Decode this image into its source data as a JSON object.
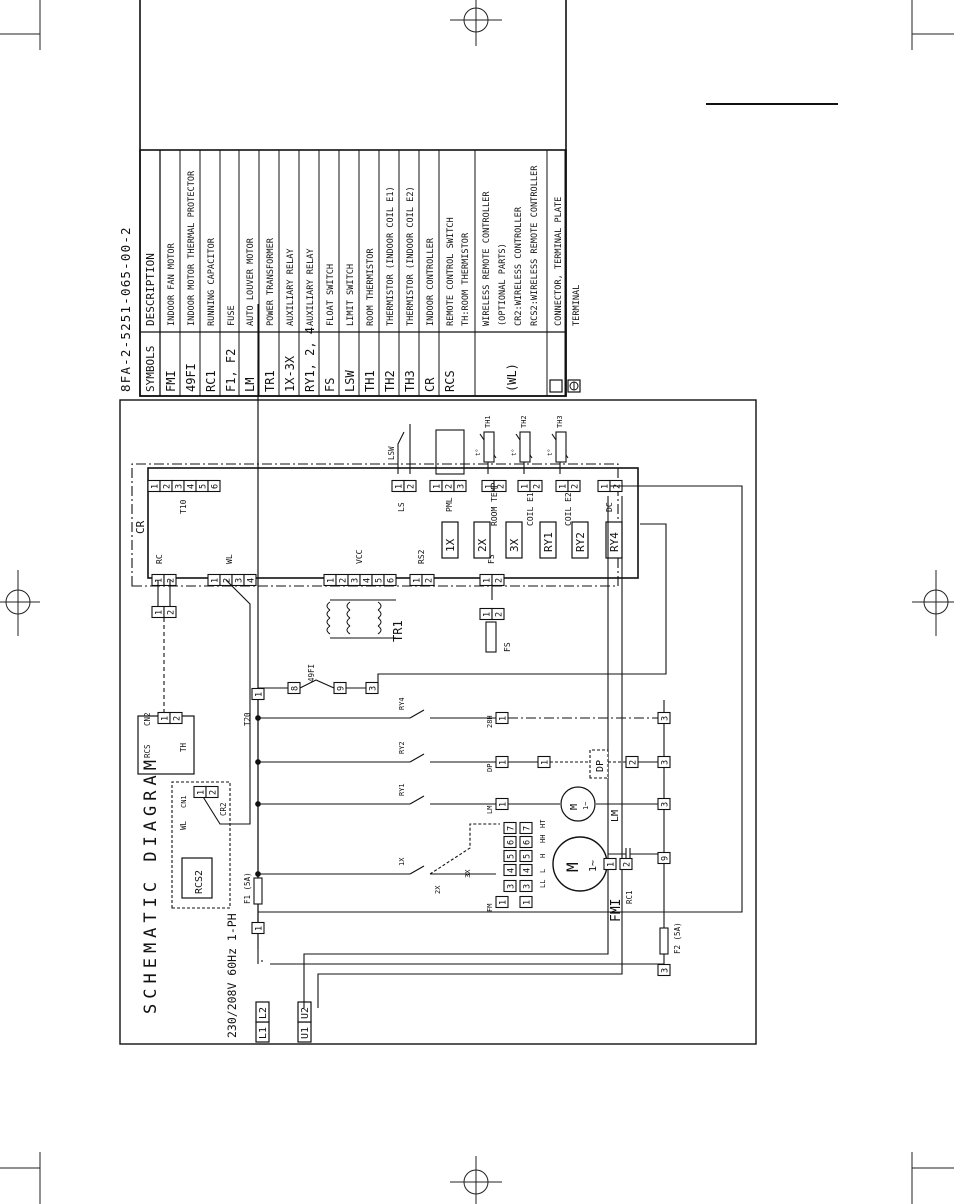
{
  "doc_code": "8FA-2-5251-065-00-2",
  "legend": {
    "symbols_header": "SYMBOLS",
    "description_header": "DESCRIPTION",
    "rows": [
      {
        "symbol": "FMI",
        "desc": "INDOOR FAN MOTOR"
      },
      {
        "symbol": "49FI",
        "desc": "INDOOR MOTOR THERMAL PROTECTOR"
      },
      {
        "symbol": "RC1",
        "desc": "RUNNING CAPACITOR"
      },
      {
        "symbol": "F1, F2",
        "desc": "FUSE"
      },
      {
        "symbol": "LM",
        "desc": "AUTO LOUVER MOTOR"
      },
      {
        "symbol": "TR1",
        "desc": "POWER TRANSFORMER"
      },
      {
        "symbol": "1X-3X",
        "desc": "AUXILIARY RELAY"
      },
      {
        "symbol": "RY1, 2, 4",
        "desc": "AUXILIARY RELAY"
      },
      {
        "symbol": "FS",
        "desc": "FLOAT SWITCH"
      },
      {
        "symbol": "LSW",
        "desc": "LIMIT SWITCH"
      },
      {
        "symbol": "TH1",
        "desc": "ROOM THERMISTOR"
      },
      {
        "symbol": "TH2",
        "desc": "THERMISTOR (INDOOR COIL E1)"
      },
      {
        "symbol": "TH3",
        "desc": "THERMISTOR (INDOOR COIL E2)"
      },
      {
        "symbol": "CR",
        "desc": "INDOOR CONTROLLER"
      },
      {
        "symbol": "RCS",
        "desc": "REMOTE CONTROL SWITCH",
        "desc2": "TH:ROOM THERMISTOR"
      },
      {
        "symbol": "(WL)",
        "desc": "WIRELESS REMOTE CONTROLLER",
        "desc2": "(OPTIONAL PARTS)",
        "desc3": "CR2:WIRELESS CONTROLLER",
        "desc4": "RCS2:WIRELESS REMOTE CONTROLLER"
      },
      {
        "symbol": "",
        "desc": "CONNECTOR, TERMINAL PLATE",
        "icon": "square-connector-icon"
      },
      {
        "symbol": "",
        "desc": "TERMINAL",
        "icon": "terminal-icon"
      }
    ]
  },
  "schematic": {
    "title": "SCHEMATIC DIAGRAM",
    "power": "230/208V 60Hz 1-PH",
    "power_terminals": [
      "L1",
      "L2"
    ],
    "comm_terminals": [
      "U1",
      "U2"
    ],
    "controller": "CR",
    "cr_connectors": {
      "t10": "T10",
      "ls": "LS",
      "pml": "PML",
      "room_temp": "ROOM TEMP",
      "coil_e1": "COIL E1",
      "coil_e2": "COIL E2",
      "dc": "DC",
      "rc": "RC",
      "wl": "WL",
      "vcc": "VCC",
      "rs2": "RS2",
      "fs": "FS"
    },
    "relays_in_cr": [
      "1X",
      "2X",
      "3X",
      "RY1",
      "RY2",
      "RY4"
    ],
    "t10_pins": [
      "1",
      "2",
      "3",
      "4",
      "5",
      "6"
    ],
    "pins2": [
      "1",
      "2"
    ],
    "pins3": [
      "1",
      "2",
      "3"
    ],
    "pins4": [
      "1",
      "2",
      "3",
      "4"
    ],
    "pins6": [
      "1",
      "2",
      "3",
      "4",
      "5",
      "6"
    ],
    "sensors": {
      "lsw": "LSW",
      "th1": "TH1",
      "th2": "TH2",
      "th3": "TH3",
      "fs": "FS",
      "t_sym": "t°"
    },
    "transformer": "TR1",
    "thermal": "49FI",
    "thermal_pins": [
      "8",
      "9",
      "3"
    ],
    "tb": {
      "t20": "T20",
      "one": "1",
      "three": "3"
    },
    "relays_field": [
      "RY4",
      "RY2",
      "RY1",
      "1X",
      "2X",
      "3X"
    ],
    "loads": {
      "twoh": "28H",
      "dp": "DP",
      "lm": "LM",
      "fm": "FM"
    },
    "fuses": [
      "F1 (5A)",
      "F2 (5A)"
    ],
    "motor": {
      "label": "FMI",
      "symbol": "M",
      "tilde": "1~",
      "cap": "RC1",
      "taps": [
        "HT",
        "HH",
        "H",
        "L",
        "LL"
      ]
    },
    "lm_motor": {
      "symbol": "M",
      "tilde": "1~",
      "label": "LM"
    },
    "dp_box": "DP",
    "rcs": {
      "label": "RCS",
      "cn2": "CN2",
      "th": "TH"
    },
    "wl": {
      "label": "WL",
      "cn1": "CN1",
      "cr2": "CR2",
      "rcs2": "RCS2"
    },
    "tp_numbers": {
      "fm": [
        "1",
        "3",
        "4",
        "5",
        "6",
        "7"
      ],
      "fm_top": [
        "3",
        "4",
        "5",
        "6",
        "7"
      ],
      "cap": [
        "1",
        "2"
      ],
      "nine": "9"
    }
  }
}
